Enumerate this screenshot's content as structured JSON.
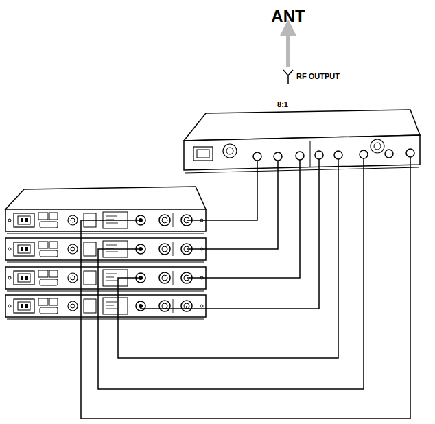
{
  "diagram": {
    "labels": [
      "ANT",
      "RF OUTPUT",
      "8:1"
    ]
  }
}
